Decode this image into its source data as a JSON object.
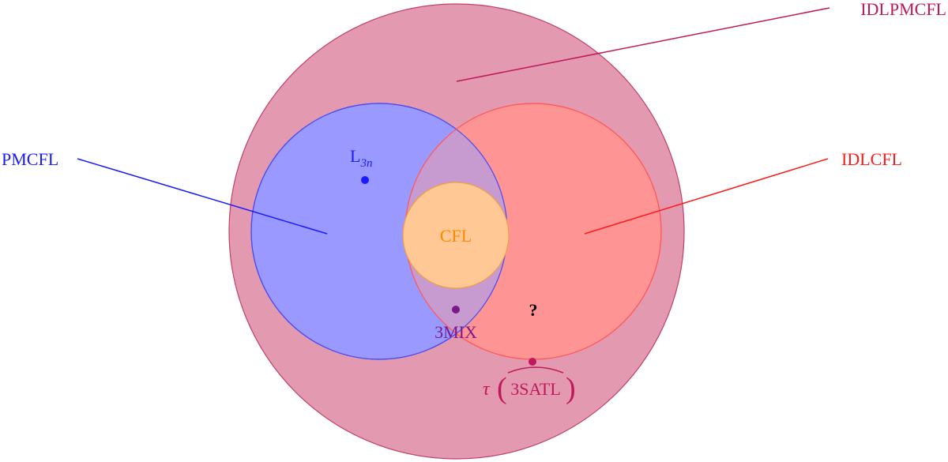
{
  "diagram": {
    "labels": {
      "outer": "IDLPMCFL",
      "left": "PMCFL",
      "right": "IDLCFL",
      "center": "CFL",
      "point_l3n_base": "L",
      "point_l3n_sub": "3n",
      "point_mix": "3MIX",
      "unknown": "?",
      "tau_symbol": "τ",
      "tau_arg": "3SATL",
      "paren_open": "(",
      "paren_close": ")"
    },
    "colors": {
      "outer_fill": "#e39ab0",
      "outer_stroke": "#c0406e",
      "outer_text": "#c0185a",
      "left_fill": "#9999ff",
      "left_stroke": "#4a4af0",
      "left_text": "#1a1aff",
      "right_fill": "#ff9494",
      "right_stroke": "#ff5a5a",
      "right_text": "#ff1a1a",
      "overlap_fill": "#c79bcf",
      "center_fill": "#ffc894",
      "center_stroke": "#f0a040",
      "center_text": "#ff8800",
      "mix_text": "#7a1a8a",
      "mix_dot": "#7a1a8a",
      "tau_text": "#c0185a",
      "tau_dot": "#c0185a",
      "unknown_text": "#000000"
    }
  }
}
